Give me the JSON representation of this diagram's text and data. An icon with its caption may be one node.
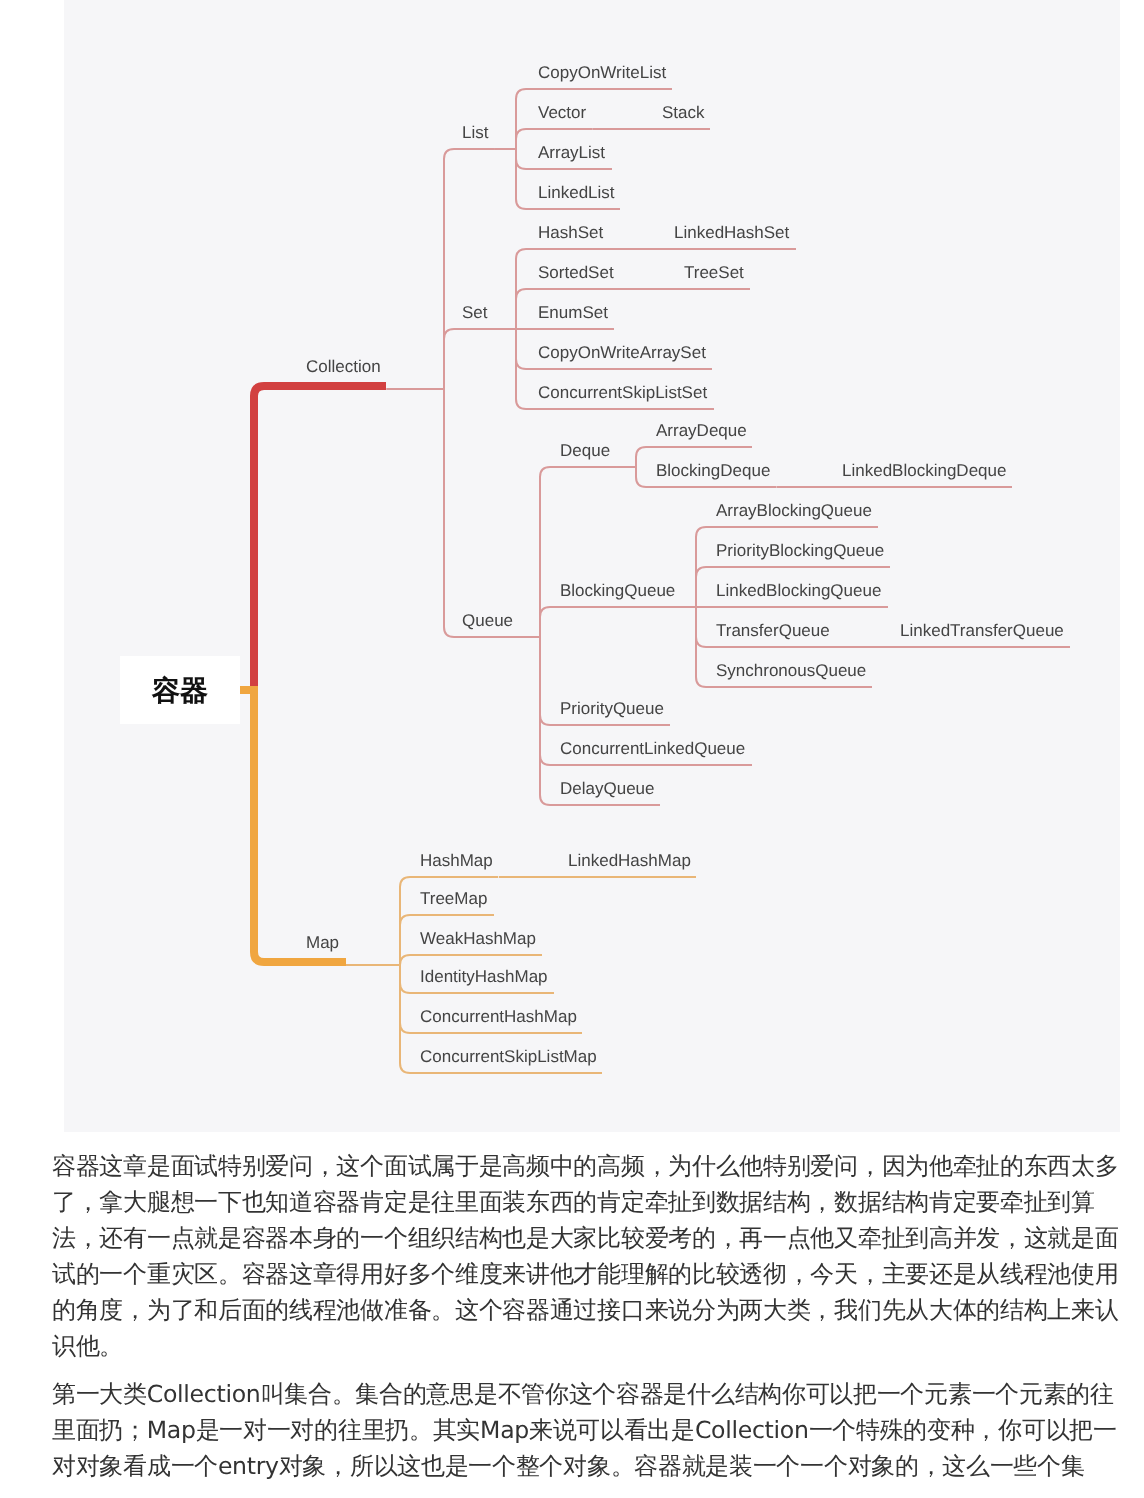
{
  "diagram": {
    "nodes": [
      {
        "text": [
          "容器"
        ]
      },
      {
        "text": [
          "Collection"
        ]
      },
      {
        "text": [
          "List"
        ]
      },
      {
        "text": [
          "CopyOnWriteList"
        ]
      },
      {
        "text": [
          "Vector"
        ]
      },
      {
        "text": [
          "Stack"
        ]
      },
      {
        "text": [
          "ArrayList"
        ]
      },
      {
        "text": [
          "LinkedList"
        ]
      },
      {
        "text": [
          "Set"
        ]
      },
      {
        "text": [
          "HashSet"
        ]
      },
      {
        "text": [
          "LinkedHashSet"
        ]
      },
      {
        "text": [
          "SortedSet"
        ]
      },
      {
        "text": [
          "TreeSet"
        ]
      },
      {
        "text": [
          "EnumSet"
        ]
      },
      {
        "text": [
          "CopyOnWriteArraySet"
        ]
      },
      {
        "text": [
          "ConcurrentSkipListSet"
        ]
      },
      {
        "text": [
          "Queue"
        ]
      },
      {
        "text": [
          "Deque"
        ]
      },
      {
        "text": [
          "ArrayDeque"
        ]
      },
      {
        "text": [
          "BlockingDeque"
        ]
      },
      {
        "text": [
          "LinkedBlockingDeque"
        ]
      },
      {
        "text": [
          "BlockingQueue"
        ]
      },
      {
        "text": [
          "ArrayBlockingQueue"
        ]
      },
      {
        "text": [
          "PriorityBlockingQueue"
        ]
      },
      {
        "text": [
          "LinkedBlockingQueue"
        ]
      },
      {
        "text": [
          "TransferQueue"
        ]
      },
      {
        "text": [
          "LinkedTransferQueue"
        ]
      },
      {
        "text": [
          "SynchronousQueue"
        ]
      },
      {
        "text": [
          "PriorityQueue"
        ]
      },
      {
        "text": [
          "ConcurrentLinkedQueue"
        ]
      },
      {
        "text": [
          "DelayQueue"
        ]
      },
      {
        "text": [
          "Map"
        ]
      },
      {
        "text": [
          "HashMap"
        ]
      },
      {
        "text": [
          "LinkedHashMap"
        ]
      },
      {
        "text": [
          "TreeMap"
        ]
      },
      {
        "text": [
          "WeakHashMap"
        ]
      },
      {
        "text": [
          "IdentityHashMap"
        ]
      },
      {
        "text": [
          "ConcurrentHashMap"
        ]
      },
      {
        "text": [
          "ConcurrentSkipListMap"
        ]
      }
    ],
    "edges": [
      {
        "from": 0,
        "to": 1,
        "arrow": "none",
        "style": "thick",
        "color": "#d24040"
      },
      {
        "from": 1,
        "to": 2,
        "arrow": "none"
      },
      {
        "from": 2,
        "to": 3,
        "arrow": "none"
      },
      {
        "from": 2,
        "to": 4,
        "arrow": "none"
      },
      {
        "from": 4,
        "to": 5,
        "arrow": "none"
      },
      {
        "from": 2,
        "to": 6,
        "arrow": "none"
      },
      {
        "from": 2,
        "to": 7,
        "arrow": "none"
      },
      {
        "from": 1,
        "to": 8,
        "arrow": "none"
      },
      {
        "from": 8,
        "to": 9,
        "arrow": "none"
      },
      {
        "from": 9,
        "to": 10,
        "arrow": "none"
      },
      {
        "from": 8,
        "to": 11,
        "arrow": "none"
      },
      {
        "from": 11,
        "to": 12,
        "arrow": "none"
      },
      {
        "from": 8,
        "to": 13,
        "arrow": "none"
      },
      {
        "from": 8,
        "to": 14,
        "arrow": "none"
      },
      {
        "from": 8,
        "to": 15,
        "arrow": "none"
      },
      {
        "from": 1,
        "to": 16,
        "arrow": "none"
      },
      {
        "from": 16,
        "to": 17,
        "arrow": "none"
      },
      {
        "from": 17,
        "to": 18,
        "arrow": "none"
      },
      {
        "from": 17,
        "to": 19,
        "arrow": "none"
      },
      {
        "from": 19,
        "to": 20,
        "arrow": "none"
      },
      {
        "from": 16,
        "to": 21,
        "arrow": "none"
      },
      {
        "from": 21,
        "to": 22,
        "arrow": "none"
      },
      {
        "from": 21,
        "to": 23,
        "arrow": "none"
      },
      {
        "from": 21,
        "to": 24,
        "arrow": "none"
      },
      {
        "from": 21,
        "to": 25,
        "arrow": "none"
      },
      {
        "from": 25,
        "to": 26,
        "arrow": "none"
      },
      {
        "from": 21,
        "to": 27,
        "arrow": "none"
      },
      {
        "from": 16,
        "to": 28,
        "arrow": "none"
      },
      {
        "from": 16,
        "to": 29,
        "arrow": "none"
      },
      {
        "from": 16,
        "to": 30,
        "arrow": "none"
      },
      {
        "from": 0,
        "to": 31,
        "arrow": "none",
        "style": "thick",
        "color": "#f0a640"
      },
      {
        "from": 31,
        "to": 32,
        "arrow": "none",
        "color": "#e9b677"
      },
      {
        "from": 32,
        "to": 33,
        "arrow": "none",
        "color": "#e9b677"
      },
      {
        "from": 31,
        "to": 34,
        "arrow": "none",
        "color": "#e9b677"
      },
      {
        "from": 31,
        "to": 35,
        "arrow": "none",
        "color": "#e9b677"
      },
      {
        "from": 31,
        "to": 36,
        "arrow": "none",
        "color": "#e9b677"
      },
      {
        "from": 31,
        "to": 37,
        "arrow": "none",
        "color": "#e9b677"
      },
      {
        "from": 31,
        "to": 38,
        "arrow": "none",
        "color": "#e9b677"
      }
    ],
    "labels": [
      "容器这章是面试特别爱问，这个面试属于是高频中的高频，为什么他特别爱问，因为他牵扯的东西太多了，拿大腿想一下也知道容器肯定是往里面装东西的肯定牵扯到数据结构，数据结构肯定要牵扯到算法，还有一点就是容器本身的一个组织结构也是大家比较爱考的，再一点他又牵扯到高并发，这就是面试的一个重灾区。容器这章得用好多个维度来讲他才能理解的比较透彻，今天，主要还是从线程池使用的角度，为了和后面的线程池做准备。这个容器通过接口来说分为两大类，我们先从大体的结构上来认识他。",
      "第一大类Collection叫集合。集合的意思是不管你这个容器是什么结构你可以把一个元素一个元素的往里面扔；Map是一对一对的往里扔。其实Map来说可以看出是Collection一个特殊的变种，你可以把一对对象看成一个entry对象，所以这也是一个整个对象。容器就是装一个一个对象的，这么一些个集"
    ]
  }
}
